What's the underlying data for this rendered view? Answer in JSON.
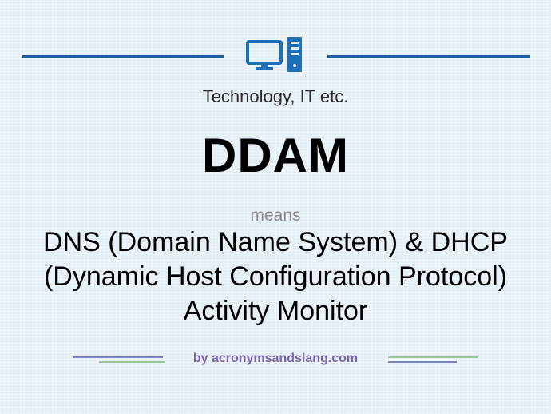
{
  "category": "Technology, IT etc.",
  "acronym": "DDAM",
  "means_label": "means",
  "definition": "DNS (Domain Name System) & DHCP (Dynamic Host Configuration Protocol) Activity Monitor",
  "credit": "by acronymsandslang.com",
  "icon": "computer-icon",
  "colors": {
    "rule": "#1d5b9c",
    "icon": "#1d6fb8",
    "credit": "#7b63ad",
    "background": "#e4eef5"
  }
}
